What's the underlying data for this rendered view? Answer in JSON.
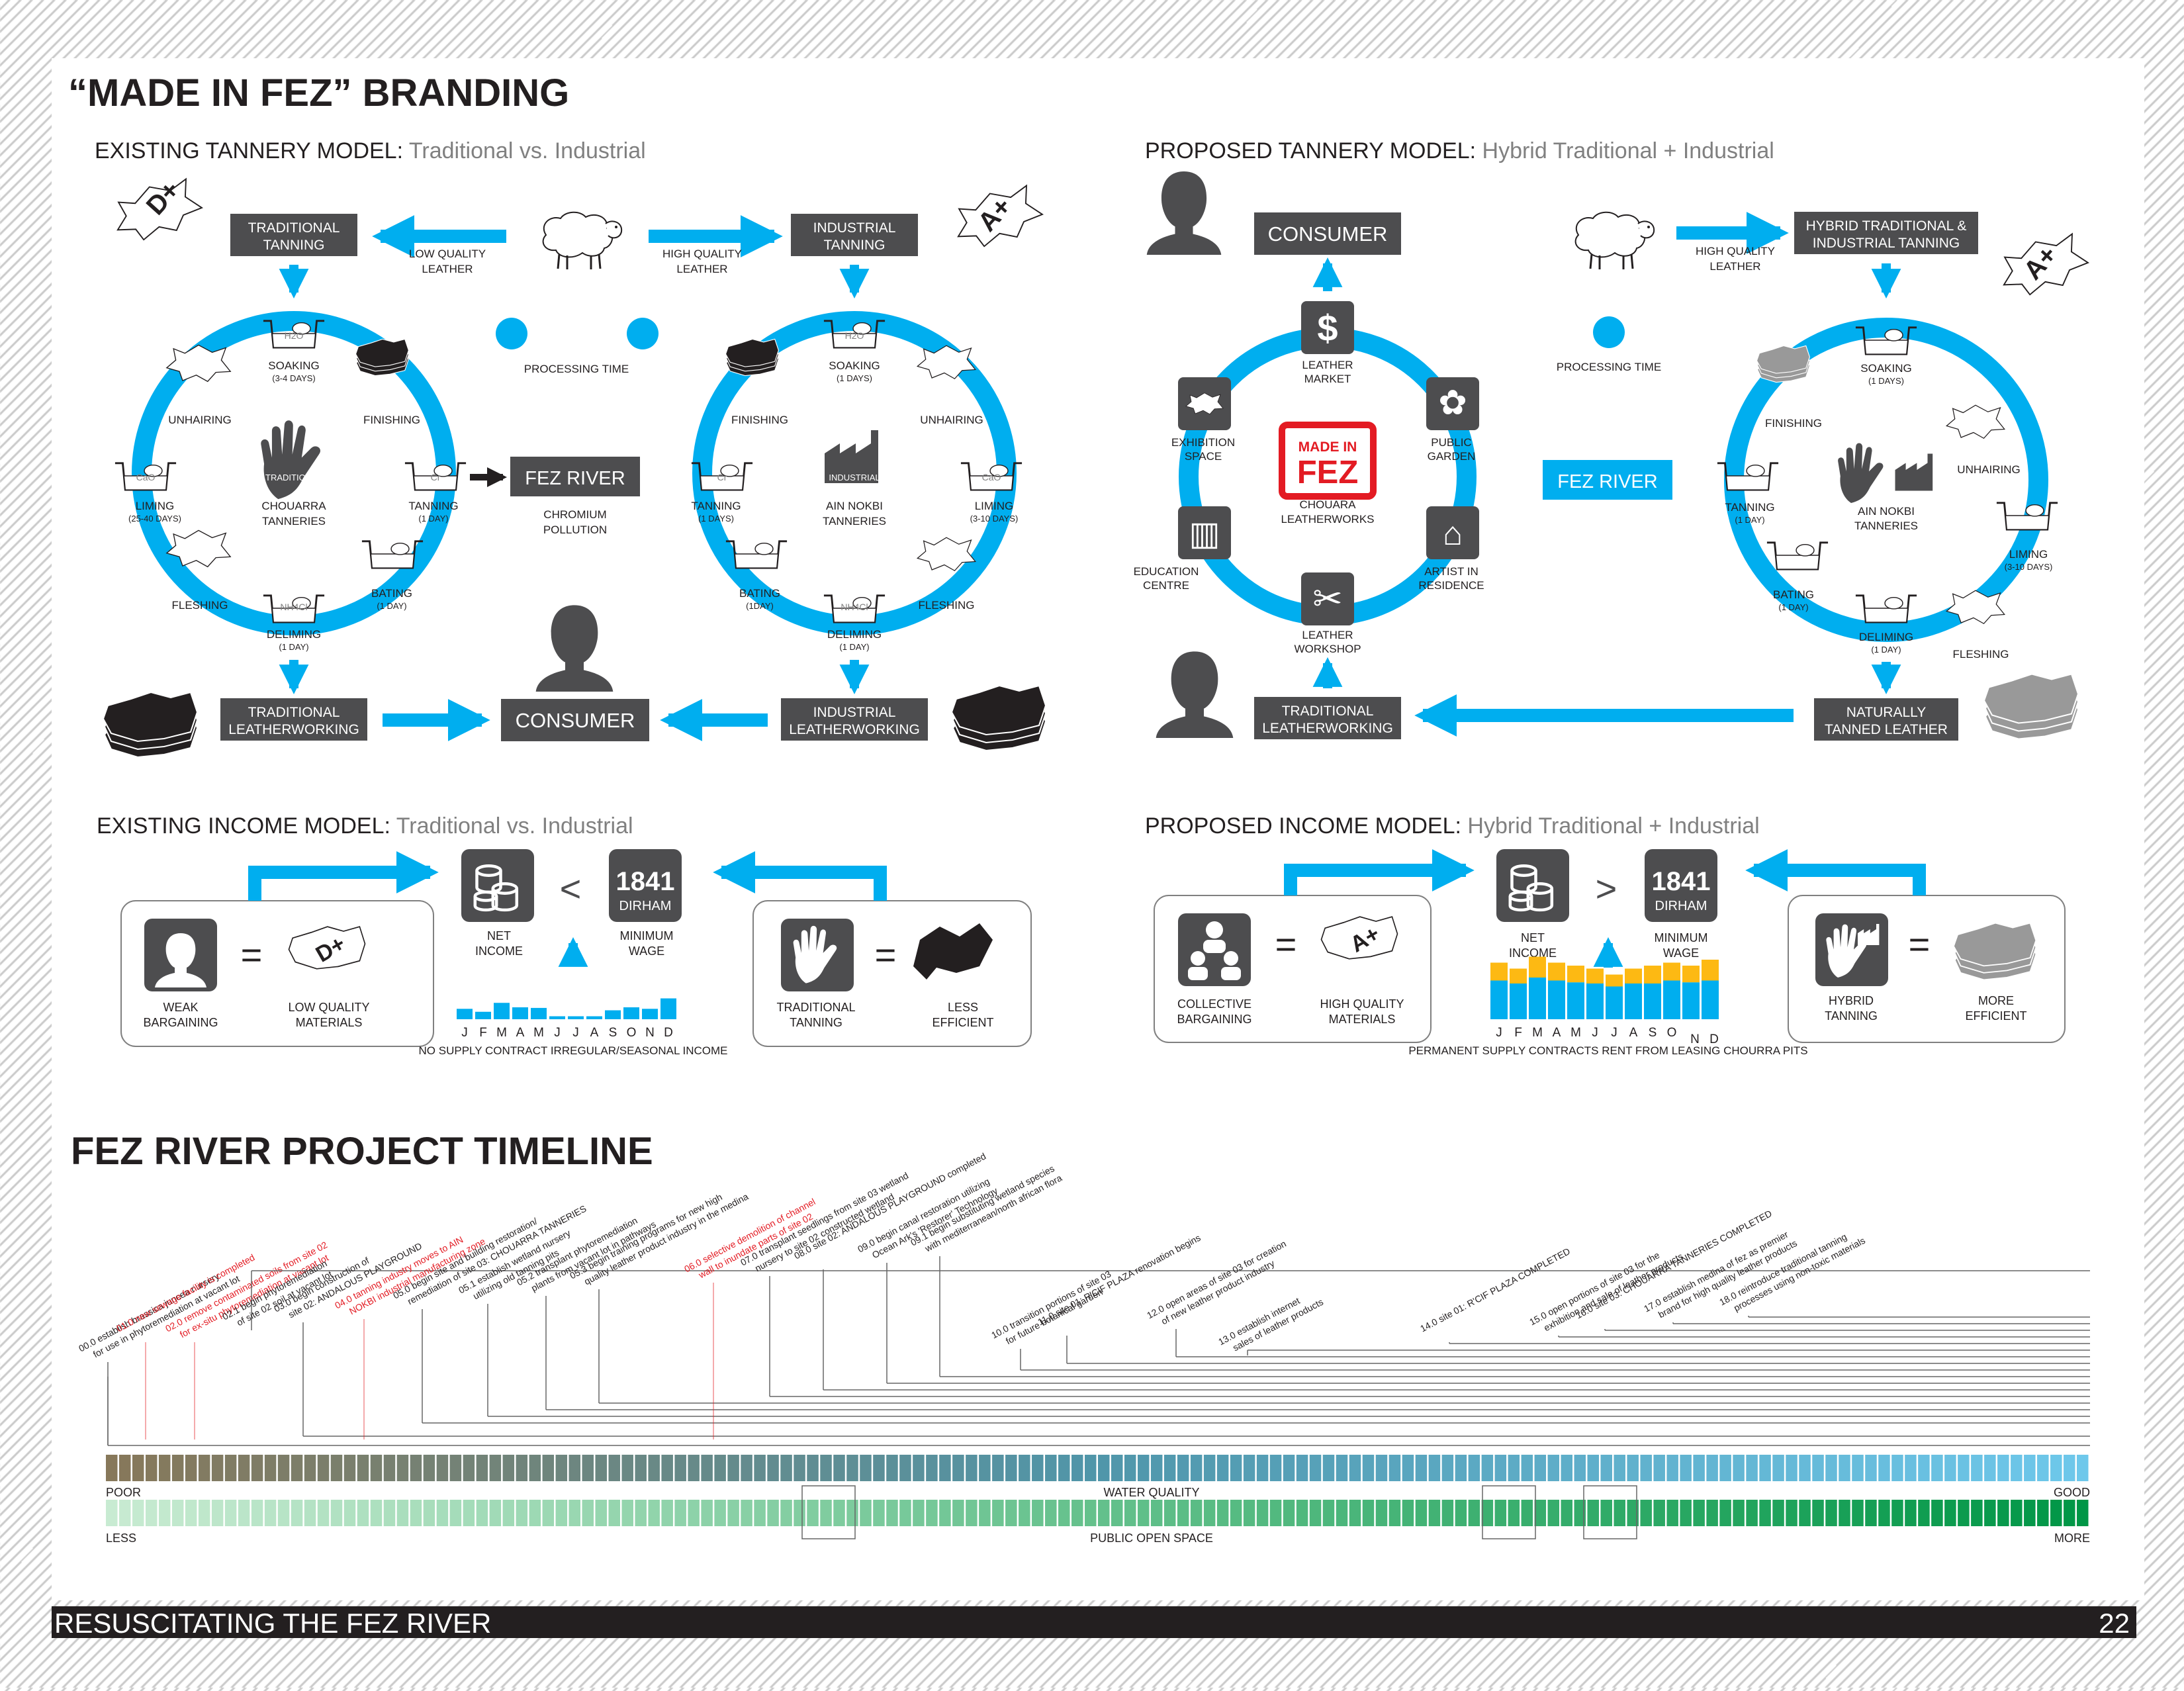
{
  "colors": {
    "accent": "#00aeef",
    "dark": "#4d4d4f",
    "red": "#e31b23",
    "yellow": "#fdb913",
    "text": "#231f20",
    "gray": "#808080"
  },
  "branding": {
    "title": "“MADE IN FEZ” BRANDING"
  },
  "existing_tannery": {
    "heading_bold": "EXISTING TANNERY MODEL:",
    "heading_light": "Traditional vs. Industrial",
    "traditional_tanning": [
      "TRADITIONAL",
      "TANNING"
    ],
    "industrial_tanning": [
      "INDUSTRIAL",
      "TANNING"
    ],
    "low_quality_leather": [
      "LOW QUALITY",
      "LEATHER"
    ],
    "high_quality_leather": [
      "HIGH QUALITY",
      "LEATHER"
    ],
    "processing_time": "PROCESSING TIME",
    "grade_low": "D+",
    "grade_high": "A+",
    "trad_cycle": {
      "soaking": "SOAKING",
      "soaking_days": "(3-4 DAYS)",
      "finishing": "FINISHING",
      "unhairing": "UNHAIRING",
      "liming": "LIMING",
      "liming_days": "(25-40 DAYS)",
      "tanning": "TANNING",
      "tanning_days": "(1 DAY)",
      "fleshing": "FLESHING",
      "bating": "BATING",
      "bating_days": "(1 DAY)",
      "deliming": "DELIMING",
      "deliming_days": "(1 DAY)",
      "center_icon": "TRADITIONAL",
      "center": [
        "CHOUARRA",
        "TANNERIES"
      ]
    },
    "ind_cycle": {
      "soaking": "SOAKING",
      "soaking_days": "(1 DAYS)",
      "finishing": "FINISHING",
      "unhairing": "UNHAIRING",
      "tanning": "TANNING",
      "tanning_days": "(1 DAYS)",
      "liming": "LIMING",
      "liming_days": "(3-10 DAYS)",
      "bating": "BATING",
      "bating_days": "(1DAY)",
      "fleshing": "FLESHING",
      "deliming": "DELIMING",
      "deliming_days": "(1 DAY)",
      "center_icon": "INDUSTRIAL",
      "center": [
        "AIN NOKBI",
        "TANNERIES"
      ]
    },
    "chem": {
      "h2o": "H2O",
      "cao": "CaO",
      "cr": "Cr",
      "nh4cl": "NH4Cl"
    },
    "fez_river": "FEZ RIVER",
    "chromium_pollution": [
      "CHROMIUM",
      "POLLUTION"
    ],
    "traditional_leatherworking": [
      "TRADITIONAL",
      "LEATHERWORKING"
    ],
    "industrial_leatherworking": [
      "INDUSTRIAL",
      "LEATHERWORKING"
    ],
    "consumer": "CONSUMER"
  },
  "proposed_tannery": {
    "heading_bold": "PROPOSED TANNERY MODEL:",
    "heading_light": "Hybrid Traditional + Industrial",
    "consumer": "CONSUMER",
    "hub": {
      "leather_market": [
        "LEATHER",
        "MARKET"
      ],
      "public_garden": [
        "PUBLIC",
        "GARDEN"
      ],
      "exhibition_space": [
        "EXHIBITION",
        "SPACE"
      ],
      "artist_residence": [
        "ARTIST IN",
        "RESIDENCE"
      ],
      "education_centre": [
        "EDUCATION",
        "CENTRE"
      ],
      "leather_workshop": [
        "LEATHER",
        "WORKSHOP"
      ],
      "logo_top": "MADE IN",
      "logo_main": "FEZ",
      "center": [
        "CHOUARA",
        "LEATHERWORKS"
      ]
    },
    "high_quality_leather": [
      "HIGH QUALITY",
      "LEATHER"
    ],
    "hybrid_tanning": [
      "HYBRID TRADITIONAL &",
      "INDUSTRIAL TANNING"
    ],
    "processing_time": "PROCESSING TIME",
    "fez_river": "FEZ RIVER",
    "grade_high": "A+",
    "cycle": {
      "soaking": "SOAKING",
      "soaking_days": "(1 DAYS)",
      "finishing": "FINISHING",
      "unhairing": "UNHAIRING",
      "tanning": "TANNING",
      "tanning_days": "(1 DAY)",
      "liming": "LIMING",
      "liming_days": "(3-10 DAYS)",
      "bating": "BATING",
      "bating_days": "(1 DAY)",
      "deliming": "DELIMING",
      "deliming_days": "(1 DAY)",
      "fleshing": "FLESHING",
      "center": [
        "AIN NOKBI",
        "TANNERIES"
      ]
    },
    "traditional_leatherworking": [
      "TRADITIONAL",
      "LEATHERWORKING"
    ],
    "naturally_tanned": [
      "NATURALLY",
      "TANNED LEATHER"
    ]
  },
  "existing_income": {
    "heading_bold": "EXISTING INCOME MODEL:",
    "heading_light": "Traditional vs. Industrial",
    "weak_bargaining": [
      "WEAK",
      "BARGAINING"
    ],
    "low_quality_materials": [
      "LOW QUALITY",
      "MATERIALS"
    ],
    "net_income": [
      "NET",
      "INCOME"
    ],
    "operator": "<",
    "wage_number": "1841",
    "wage_unit": "DIRHAM",
    "minimum_wage": [
      "MINIMUM",
      "WAGE"
    ],
    "traditional_tanning": [
      "TRADITIONAL",
      "TANNING"
    ],
    "less_efficient": [
      "LESS",
      "EFFICIENT"
    ],
    "months": [
      "J",
      "F",
      "M",
      "A",
      "M",
      "J",
      "J",
      "A",
      "S",
      "O",
      "N",
      "D"
    ],
    "caption": "NO SUPPLY CONTRACT IRREGULAR/SEASONAL INCOME",
    "grade": "D+",
    "equals": "="
  },
  "proposed_income": {
    "heading_bold": "PROPOSED INCOME MODEL:",
    "heading_light": "Hybrid Traditional + Industrial",
    "collective_bargaining": [
      "COLLECTIVE",
      "BARGAINING"
    ],
    "high_quality_materials": [
      "HIGH QUALITY",
      "MATERIALS"
    ],
    "net_income": [
      "NET",
      "INCOME"
    ],
    "operator": ">",
    "wage_number": "1841",
    "wage_unit": "DIRHAM",
    "minimum_wage": [
      "MINIMUM",
      "WAGE"
    ],
    "hybrid_tanning": [
      "HYBRID",
      "TANNING"
    ],
    "more_efficient": [
      "MORE",
      "EFFICIENT"
    ],
    "months": [
      "J",
      "F",
      "M",
      "A",
      "M",
      "J",
      "J",
      "A",
      "S",
      "O",
      "N",
      "D"
    ],
    "caption": "PERMANENT SUPPLY CONTRACTS RENT FROM LEASING CHOURRA PITS",
    "grade": "A+",
    "equals": "="
  },
  "chart_data": [
    {
      "type": "bar",
      "title": "",
      "categories": [
        "J",
        "F",
        "M",
        "A",
        "M",
        "J",
        "J",
        "A",
        "S",
        "O",
        "N",
        "D"
      ],
      "series": [
        {
          "values": [
            0.35,
            0.25,
            0.55,
            0.4,
            0.38,
            0.1,
            0.1,
            0.1,
            0.3,
            0.4,
            0.35,
            0.7
          ]
        }
      ]
    },
    {
      "type": "bar",
      "stacked": true,
      "title": "",
      "categories": [
        "J",
        "F",
        "M",
        "A",
        "M",
        "J",
        "J",
        "A",
        "S",
        "O",
        "N",
        "D"
      ],
      "series": [
        {
          "color": "#00aeef",
          "values": [
            0.65,
            0.6,
            0.7,
            0.65,
            0.62,
            0.6,
            0.55,
            0.6,
            0.6,
            0.65,
            0.62,
            0.65
          ]
        },
        {
          "color": "#fdb913",
          "values": [
            0.3,
            0.25,
            0.35,
            0.3,
            0.28,
            0.25,
            0.2,
            0.25,
            0.3,
            0.3,
            0.28,
            0.35
          ]
        }
      ]
    }
  ],
  "timeline": {
    "title": "FEZ RIVER PROJECT TIMELINE",
    "events": [
      {
        "lines": [
          "00.0 establish brassica juncea nursery",
          "for use in phytoremediation at vacant lot"
        ],
        "red": false
      },
      {
        "lines": [
          "01.0 new sewage facility is completed"
        ],
        "red": true
      },
      {
        "lines": [
          "02.0 remove contaminated soils from site 02",
          "for ex-situ phytoremediation at vacant lot"
        ],
        "red": true
      },
      {
        "lines": [
          "02.1 begin phytoremediation",
          "of site 02 soil at vacant lot"
        ],
        "red": false
      },
      {
        "lines": [
          "03.0 begin construction of",
          "site 02: ANDALOUS PLAYGROUND"
        ],
        "red": false
      },
      {
        "lines": [
          "04.0 tanning industry moves to AIN",
          "NOKBI industrial manufacturing zone"
        ],
        "red": true
      },
      {
        "lines": [
          "05.0 begin site and building restoration/",
          "remediation of site 03: CHOUARRA TANNERIES"
        ],
        "red": false
      },
      {
        "lines": [
          "05.1 establish wetland nursery",
          "utilizing old tanning pits"
        ],
        "red": false
      },
      {
        "lines": [
          "05.2 transplant phytoremediation",
          "plants from vacant lot in pathways"
        ],
        "red": false
      },
      {
        "lines": [
          "05.3 begin training programs for new high",
          "quality leather product industry in the medina"
        ],
        "red": false
      },
      {
        "lines": [
          "06.0 selective demolition of channel",
          "wall to inundate parts of site 02"
        ],
        "red": true
      },
      {
        "lines": [
          "07.0 transplant seedlings from site 03 wetland",
          "nursery to site 02 constructed wetland"
        ],
        "red": false
      },
      {
        "lines": [
          "08.0 site 02: ANDALOUS PLAYGROUND completed"
        ],
        "red": false
      },
      {
        "lines": [
          "09.0 begin canal restoration utilizing",
          "Ocean Ark's 'Restorer' Technology"
        ],
        "red": false
      },
      {
        "lines": [
          "09.1 begin substituting wetland species",
          "with mediterranean/north african flora"
        ],
        "red": false
      },
      {
        "lines": [
          "10.0 transition portions of site 03",
          "for future botanical garden"
        ],
        "red": false
      },
      {
        "lines": [
          "11.0 site 01: R'CIF PLAZA renovation begins"
        ],
        "red": false
      },
      {
        "lines": [
          "12.0 open areas of site 03 for creation",
          "of new leather product industry"
        ],
        "red": false
      },
      {
        "lines": [
          "13.0 establish internet",
          "sales of leather products"
        ],
        "red": false
      },
      {
        "lines": [
          "14.0 site 01: R'CIF PLAZA COMPLETED"
        ],
        "red": false
      },
      {
        "lines": [
          "15.0 open portions of site 03 for the",
          "exhibition and sale of leather products"
        ],
        "red": false
      },
      {
        "lines": [
          "16.0 site 03: CHOUARRA TANNERIES COMPLETED"
        ],
        "red": false
      },
      {
        "lines": [
          "17.0 establish medina of fez as premier",
          "brand for high quality leather products"
        ],
        "red": false
      },
      {
        "lines": [
          "18.0 reintroduce traditional tanning",
          "processes using non-toxic materials"
        ],
        "red": false
      }
    ],
    "water_quality": "WATER QUALITY",
    "poor": "POOR",
    "good": "GOOD",
    "public_open_space": "PUBLIC OPEN SPACE",
    "less": "LESS",
    "more": "MORE"
  },
  "footer": {
    "title": "RESUSCITATING THE FEZ RIVER",
    "page": "22"
  }
}
